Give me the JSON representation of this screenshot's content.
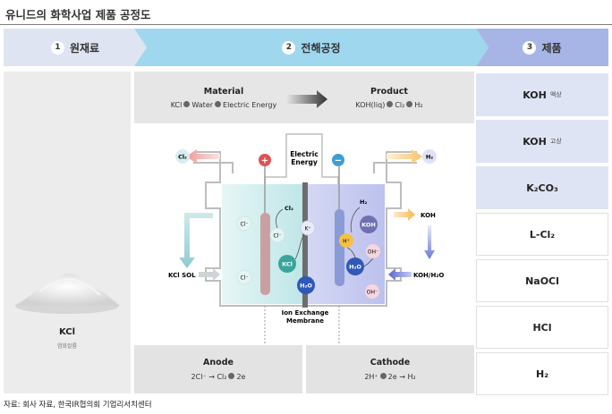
{
  "title": "유니드의 화학사업 제품 공정도",
  "steps": [
    {
      "num": "1",
      "label": "원재료"
    },
    {
      "num": "2",
      "label": "전해공정"
    },
    {
      "num": "3",
      "label": "제품"
    }
  ],
  "raw": {
    "label": "KCl",
    "sublabel": "염화칼륨"
  },
  "material": {
    "title": "Material",
    "items": [
      "KCl",
      "Water",
      "Electric Energy"
    ]
  },
  "product": {
    "title": "Product",
    "items": [
      "KOH(liq)",
      "Cl₂",
      "H₂"
    ]
  },
  "anode": {
    "title": "Anode",
    "eq_left": "2Cl⁻",
    "eq_mid": "Cl₂",
    "eq_right": "2e"
  },
  "cathode": {
    "title": "Cathode",
    "eq_left": "2H⁺",
    "eq_mid": "2e",
    "eq_right": "H₂"
  },
  "cell": {
    "electric": "Electric",
    "energy": "Energy",
    "plus": "+",
    "minus": "−",
    "cl2_out": "Cl₂",
    "h2_out": "H₂",
    "koh_out": "KOH",
    "kcl_sol": "KCl SOL",
    "koh_h2o": "KOH/H₂O",
    "membrane_1": "Ion Exchange",
    "membrane_2": "Membrane",
    "molecules": {
      "cl_minus_a": "Cl⁻",
      "cl_minus_b": "Cl⁻",
      "cl_minus_c": "Cl⁻",
      "cl2_in": "Cl₂",
      "kcl": "KCl",
      "k_plus": "K⁺",
      "h2o_mid": "H₂O",
      "h2_in": "H₂",
      "koh": "KOH",
      "h_plus": "H⁺",
      "oh_a": "OH⁻",
      "h2o_right": "H₂O",
      "oh_b": "OH⁻"
    }
  },
  "products": [
    {
      "name": "KOH",
      "note": "액상",
      "style": "blue"
    },
    {
      "name": "KOH",
      "note": "고상",
      "style": "blue"
    },
    {
      "name": "K₂CO₃",
      "note": "",
      "style": "blue"
    },
    {
      "name": "L-Cl₂",
      "note": "",
      "style": "white"
    },
    {
      "name": "NaOCl",
      "note": "",
      "style": "white"
    },
    {
      "name": "HCl",
      "note": "",
      "style": "white"
    },
    {
      "name": "H₂",
      "note": "",
      "style": "white"
    }
  ],
  "source": "자료: 회사 자료, 한국IR협의회 기업리서치센터",
  "colors": {
    "chevron_1": "#dfe4f2",
    "chevron_2": "#9fd8ee",
    "chevron_3": "#a7b5e6",
    "anode_fill": "#cfeeee",
    "cathode_fill": "#c9cdef"
  }
}
